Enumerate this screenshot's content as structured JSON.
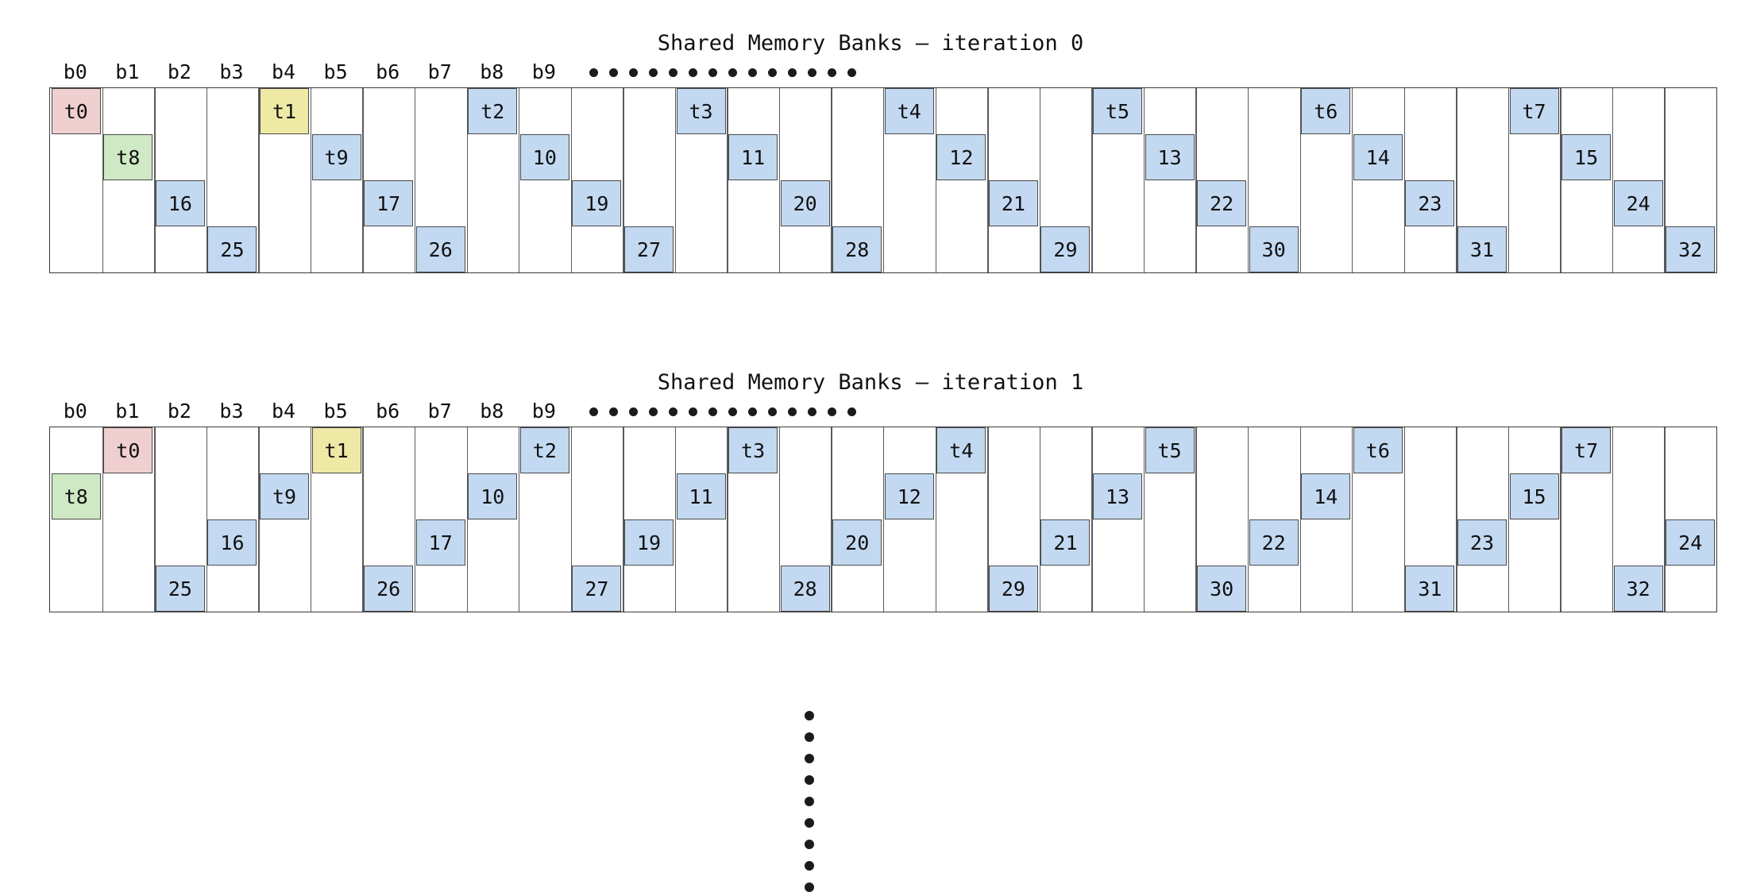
{
  "colors": {
    "blue": "#c3d9f2",
    "pink": "#efcfcf",
    "green": "#cfe9c4",
    "yellow": "#efe9a6",
    "border": "#4a4a4a",
    "gridline": "#5a5a5a",
    "text": "#111111"
  },
  "layout": {
    "num_banks": 32,
    "num_rows": 4,
    "bank_label_count": 10,
    "hdots_count": 14,
    "vdots_count": 9
  },
  "charts": [
    {
      "title": "Shared Memory Banks – iteration 0",
      "bank_labels": [
        "b0",
        "b1",
        "b2",
        "b3",
        "b4",
        "b5",
        "b6",
        "b7",
        "b8",
        "b9"
      ],
      "cells": [
        {
          "row": 0,
          "bank": 0,
          "label": "t0",
          "color": "pink"
        },
        {
          "row": 0,
          "bank": 4,
          "label": "t1",
          "color": "yellow"
        },
        {
          "row": 0,
          "bank": 8,
          "label": "t2",
          "color": "blue"
        },
        {
          "row": 0,
          "bank": 12,
          "label": "t3",
          "color": "blue"
        },
        {
          "row": 0,
          "bank": 16,
          "label": "t4",
          "color": "blue"
        },
        {
          "row": 0,
          "bank": 20,
          "label": "t5",
          "color": "blue"
        },
        {
          "row": 0,
          "bank": 24,
          "label": "t6",
          "color": "blue"
        },
        {
          "row": 0,
          "bank": 28,
          "label": "t7",
          "color": "blue"
        },
        {
          "row": 1,
          "bank": 1,
          "label": "t8",
          "color": "green"
        },
        {
          "row": 1,
          "bank": 5,
          "label": "t9",
          "color": "blue"
        },
        {
          "row": 1,
          "bank": 9,
          "label": "10",
          "color": "blue"
        },
        {
          "row": 1,
          "bank": 13,
          "label": "11",
          "color": "blue"
        },
        {
          "row": 1,
          "bank": 17,
          "label": "12",
          "color": "blue"
        },
        {
          "row": 1,
          "bank": 21,
          "label": "13",
          "color": "blue"
        },
        {
          "row": 1,
          "bank": 25,
          "label": "14",
          "color": "blue"
        },
        {
          "row": 1,
          "bank": 29,
          "label": "15",
          "color": "blue"
        },
        {
          "row": 2,
          "bank": 2,
          "label": "16",
          "color": "blue"
        },
        {
          "row": 2,
          "bank": 6,
          "label": "17",
          "color": "blue"
        },
        {
          "row": 2,
          "bank": 10,
          "label": "19",
          "color": "blue"
        },
        {
          "row": 2,
          "bank": 14,
          "label": "20",
          "color": "blue"
        },
        {
          "row": 2,
          "bank": 18,
          "label": "21",
          "color": "blue"
        },
        {
          "row": 2,
          "bank": 22,
          "label": "22",
          "color": "blue"
        },
        {
          "row": 2,
          "bank": 26,
          "label": "23",
          "color": "blue"
        },
        {
          "row": 2,
          "bank": 30,
          "label": "24",
          "color": "blue"
        },
        {
          "row": 3,
          "bank": 3,
          "label": "25",
          "color": "blue"
        },
        {
          "row": 3,
          "bank": 7,
          "label": "26",
          "color": "blue"
        },
        {
          "row": 3,
          "bank": 11,
          "label": "27",
          "color": "blue"
        },
        {
          "row": 3,
          "bank": 15,
          "label": "28",
          "color": "blue"
        },
        {
          "row": 3,
          "bank": 19,
          "label": "29",
          "color": "blue"
        },
        {
          "row": 3,
          "bank": 23,
          "label": "30",
          "color": "blue"
        },
        {
          "row": 3,
          "bank": 27,
          "label": "31",
          "color": "blue"
        },
        {
          "row": 3,
          "bank": 31,
          "label": "32",
          "color": "blue"
        }
      ]
    },
    {
      "title": "Shared Memory Banks – iteration 1",
      "bank_labels": [
        "b0",
        "b1",
        "b2",
        "b3",
        "b4",
        "b5",
        "b6",
        "b7",
        "b8",
        "b9"
      ],
      "cells": [
        {
          "row": 0,
          "bank": 1,
          "label": "t0",
          "color": "pink"
        },
        {
          "row": 0,
          "bank": 5,
          "label": "t1",
          "color": "yellow"
        },
        {
          "row": 0,
          "bank": 9,
          "label": "t2",
          "color": "blue"
        },
        {
          "row": 0,
          "bank": 13,
          "label": "t3",
          "color": "blue"
        },
        {
          "row": 0,
          "bank": 17,
          "label": "t4",
          "color": "blue"
        },
        {
          "row": 0,
          "bank": 21,
          "label": "t5",
          "color": "blue"
        },
        {
          "row": 0,
          "bank": 25,
          "label": "t6",
          "color": "blue"
        },
        {
          "row": 0,
          "bank": 29,
          "label": "t7",
          "color": "blue"
        },
        {
          "row": 1,
          "bank": 0,
          "label": "t8",
          "color": "green"
        },
        {
          "row": 1,
          "bank": 4,
          "label": "t9",
          "color": "blue"
        },
        {
          "row": 1,
          "bank": 8,
          "label": "10",
          "color": "blue"
        },
        {
          "row": 1,
          "bank": 12,
          "label": "11",
          "color": "blue"
        },
        {
          "row": 1,
          "bank": 16,
          "label": "12",
          "color": "blue"
        },
        {
          "row": 1,
          "bank": 20,
          "label": "13",
          "color": "blue"
        },
        {
          "row": 1,
          "bank": 24,
          "label": "14",
          "color": "blue"
        },
        {
          "row": 1,
          "bank": 28,
          "label": "15",
          "color": "blue"
        },
        {
          "row": 2,
          "bank": 3,
          "label": "16",
          "color": "blue"
        },
        {
          "row": 2,
          "bank": 7,
          "label": "17",
          "color": "blue"
        },
        {
          "row": 2,
          "bank": 11,
          "label": "19",
          "color": "blue"
        },
        {
          "row": 2,
          "bank": 15,
          "label": "20",
          "color": "blue"
        },
        {
          "row": 2,
          "bank": 19,
          "label": "21",
          "color": "blue"
        },
        {
          "row": 2,
          "bank": 23,
          "label": "22",
          "color": "blue"
        },
        {
          "row": 2,
          "bank": 27,
          "label": "23",
          "color": "blue"
        },
        {
          "row": 2,
          "bank": 31,
          "label": "24",
          "color": "blue"
        },
        {
          "row": 3,
          "bank": 2,
          "label": "25",
          "color": "blue"
        },
        {
          "row": 3,
          "bank": 6,
          "label": "26",
          "color": "blue"
        },
        {
          "row": 3,
          "bank": 10,
          "label": "27",
          "color": "blue"
        },
        {
          "row": 3,
          "bank": 14,
          "label": "28",
          "color": "blue"
        },
        {
          "row": 3,
          "bank": 18,
          "label": "29",
          "color": "blue"
        },
        {
          "row": 3,
          "bank": 22,
          "label": "30",
          "color": "blue"
        },
        {
          "row": 3,
          "bank": 26,
          "label": "31",
          "color": "blue"
        },
        {
          "row": 3,
          "bank": 30,
          "label": "32",
          "color": "blue"
        }
      ]
    }
  ]
}
